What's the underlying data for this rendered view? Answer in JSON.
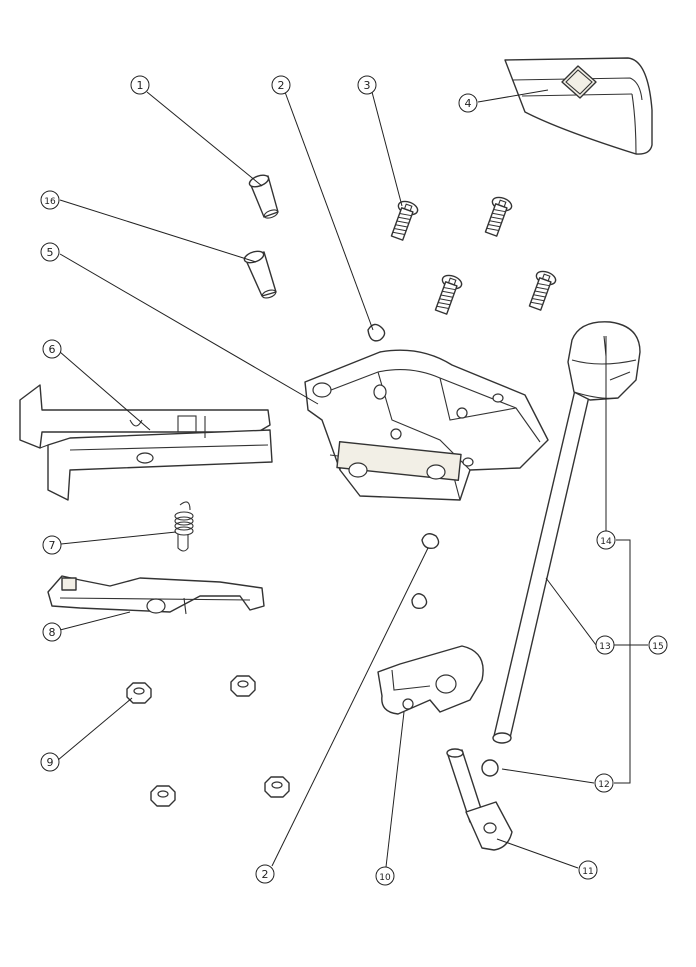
{
  "callouts": [
    {
      "id": "c1",
      "label": "1"
    },
    {
      "id": "c2a",
      "label": "2"
    },
    {
      "id": "c3",
      "label": "3"
    },
    {
      "id": "c4",
      "label": "4"
    },
    {
      "id": "c16",
      "label": "16"
    },
    {
      "id": "c5",
      "label": "5"
    },
    {
      "id": "c6",
      "label": "6"
    },
    {
      "id": "c7",
      "label": "7"
    },
    {
      "id": "c8",
      "label": "8"
    },
    {
      "id": "c9",
      "label": "9"
    },
    {
      "id": "c2b",
      "label": "2"
    },
    {
      "id": "c10",
      "label": "10"
    },
    {
      "id": "c11",
      "label": "11"
    },
    {
      "id": "c12",
      "label": "12"
    },
    {
      "id": "c13",
      "label": "13"
    },
    {
      "id": "c14",
      "label": "14"
    },
    {
      "id": "c15",
      "label": "15"
    }
  ],
  "colors": {
    "line": "#333333",
    "part_fill": "#ffffff",
    "shade": "#f2efe6"
  }
}
